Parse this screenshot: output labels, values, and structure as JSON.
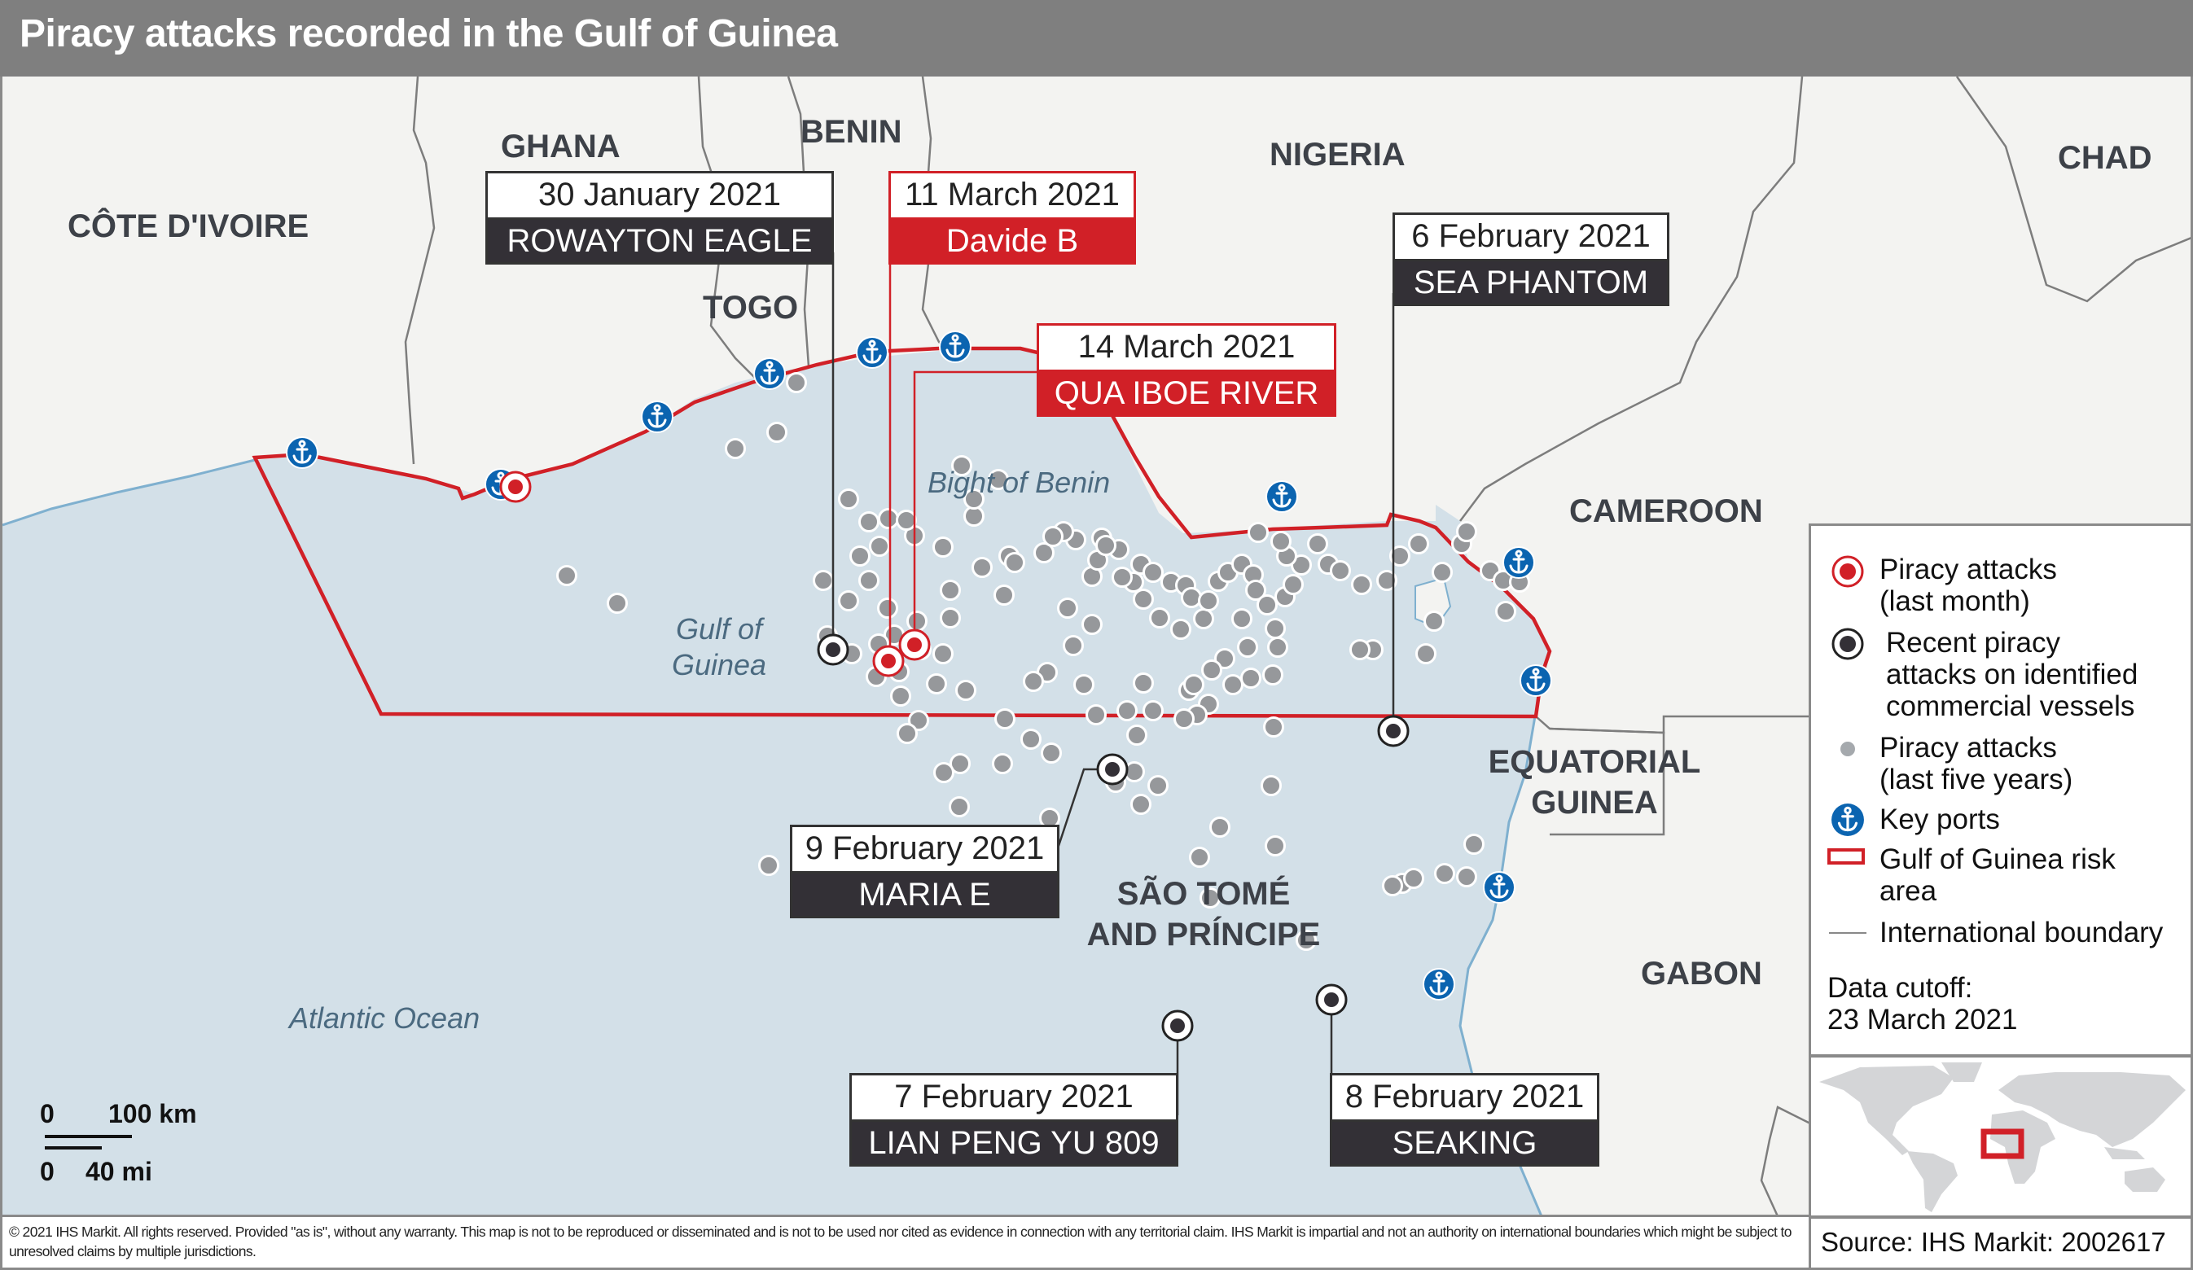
{
  "title": "Piracy attacks recorded in the Gulf of Guinea",
  "countries": {
    "cote_divoire": "CÔTE D'IVOIRE",
    "ghana": "GHANA",
    "benin": "BENIN",
    "togo": "TOGO",
    "nigeria": "NIGERIA",
    "chad": "CHAD",
    "cameroon": "CAMEROON",
    "equatorial_guinea_1": "EQUATORIAL",
    "equatorial_guinea_2": "GUINEA",
    "gabon": "GABON",
    "sao_tome_1": "SÃO TOMÉ",
    "sao_tome_2": "AND PRÍNCIPE"
  },
  "water_bodies": {
    "gulf_1": "Gulf of",
    "gulf_2": "Guinea",
    "bight": "Bight of Benin",
    "atlantic": "Atlantic Ocean"
  },
  "callouts": [
    {
      "date": "30 January 2021",
      "vessel": "ROWAYTON EAGLE",
      "type": "recent-identified"
    },
    {
      "date": "11 March 2021",
      "vessel": "Davide B",
      "type": "last-month"
    },
    {
      "date": "14 March 2021",
      "vessel": "QUA IBOE RIVER",
      "type": "last-month"
    },
    {
      "date": "6 February 2021",
      "vessel": "SEA PHANTOM",
      "type": "recent-identified"
    },
    {
      "date": "9 February 2021",
      "vessel": "MARIA E",
      "type": "recent-identified"
    },
    {
      "date": "7 February 2021",
      "vessel": "LIAN PENG YU 809",
      "type": "recent-identified"
    },
    {
      "date": "8 February 2021",
      "vessel": "SEAKING",
      "type": "recent-identified"
    }
  ],
  "legend": {
    "items": [
      {
        "label_1": "Piracy attacks",
        "label_2": "(last month)",
        "icon": "red-target-icon"
      },
      {
        "label_1": "Recent piracy",
        "label_2": "attacks on identified",
        "label_3": "commercial vessels",
        "icon": "black-target-icon"
      },
      {
        "label_1": "Piracy attacks",
        "label_2": "(last five years)",
        "icon": "grey-dot-icon"
      },
      {
        "label_1": "Key ports",
        "icon": "anchor-icon"
      },
      {
        "label_1": "Gulf of Guinea risk",
        "label_2": "area",
        "icon": "red-rectangle-icon"
      },
      {
        "label_1": "International boundary",
        "icon": "boundary-line-icon"
      }
    ],
    "cutoff_label": "Data cutoff:",
    "cutoff_date": "23 March 2021"
  },
  "scale_bar": {
    "km_zero": "0",
    "km_value": "100 km",
    "mi_zero": "0",
    "mi_value": "40 mi"
  },
  "source": "Source: IHS Markit: 2002617",
  "footer_disclaimer": "© 2021 IHS Markit.  All rights reserved. Provided \"as is\", without any warranty. This map is not to be reproduced or disseminated and is not to be used nor cited as evidence in connection with any territorial claim. IHS Markit is impartial and not an authority on international boundaries which might be subject to unresolved claims by multiple jurisdictions.",
  "colors": {
    "title_bar": "#7f7f7f",
    "land": "#f3f3f1",
    "sea": "#d3e0e8",
    "risk_area": "#d12027",
    "attack_grey": "#96989b",
    "port_blue": "#0b64b0",
    "recent_black": "#333036",
    "boundary": "#7d7d7d"
  }
}
